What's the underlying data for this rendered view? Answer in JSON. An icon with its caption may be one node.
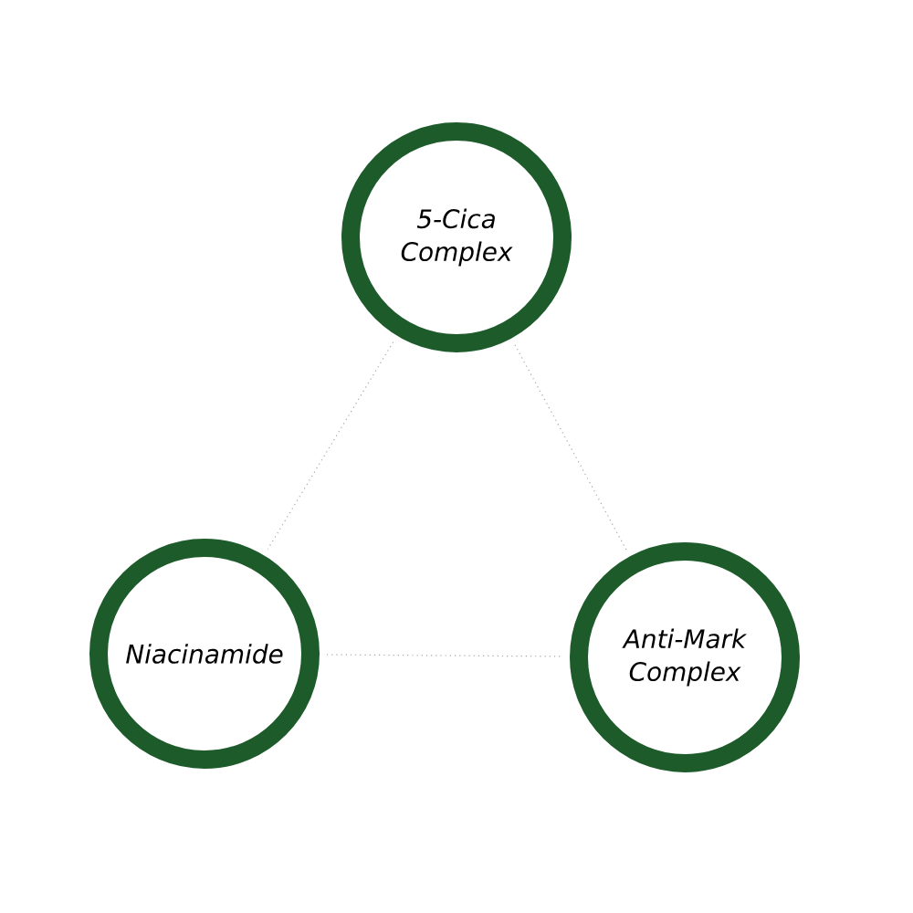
{
  "diagram": {
    "nodes": [
      {
        "text": [
          "5-Cica Complex"
        ]
      },
      {
        "text": [
          "Niacinamide"
        ]
      },
      {
        "text": [
          "Anti-Mark Complex"
        ]
      }
    ],
    "edges": [
      {
        "from": 0,
        "to": 1,
        "arrow": "none"
      },
      {
        "from": 0,
        "to": 2,
        "arrow": "none"
      },
      {
        "from": 1,
        "to": 2,
        "arrow": "none"
      }
    ]
  }
}
